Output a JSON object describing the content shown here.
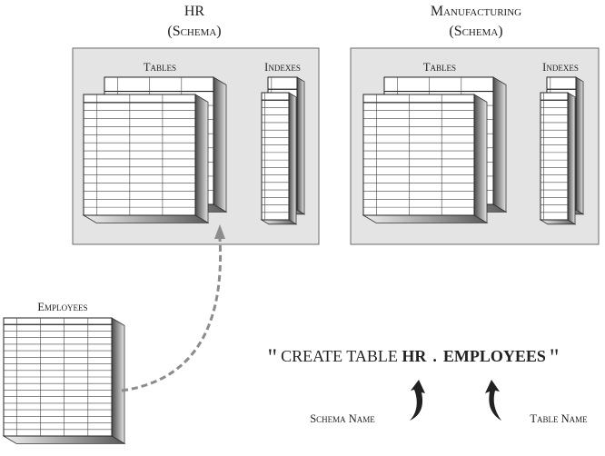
{
  "schemas": [
    {
      "name": "HR",
      "type_label": "(Schema)",
      "tables_label": "Tables",
      "indexes_label": "Indexes"
    },
    {
      "name": "Manufacturing",
      "type_label": "(Schema)",
      "tables_label": "Tables",
      "indexes_label": "Indexes"
    }
  ],
  "new_table": {
    "label": "Employees"
  },
  "statement": {
    "open_quote": "\"",
    "prefix": "CREATE TABLE ",
    "schema_part": "HR",
    "separator": ".",
    "table_part": "EMPLOYEES",
    "close_quote": "\""
  },
  "callouts": {
    "schema_name": "Schema Name",
    "table_name": "Table Name"
  },
  "colors": {
    "panel_fill": "#e4e4e4",
    "panel_stroke": "#6a6a6a",
    "arrow": "#8c8c8c",
    "ink": "#222222"
  }
}
